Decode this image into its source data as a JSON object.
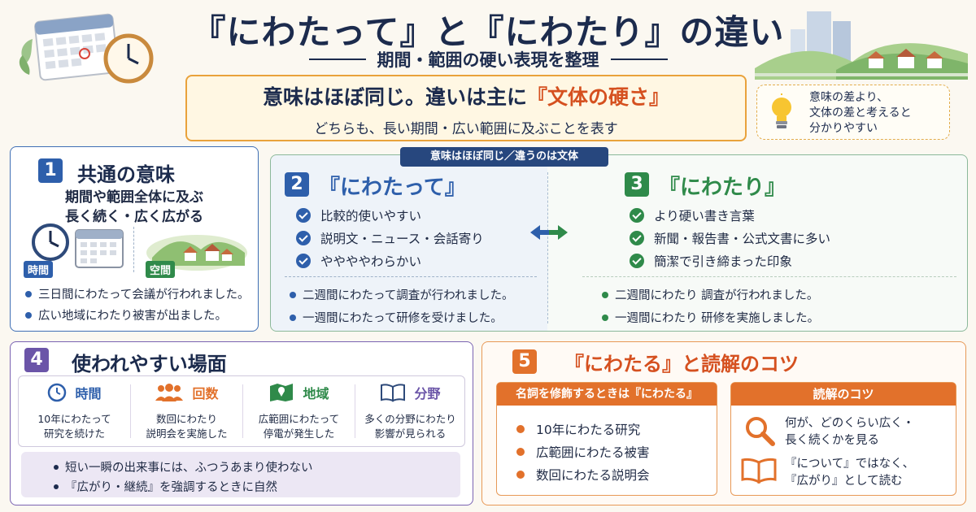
{
  "header": {
    "title": "『にわたって』と『にわたり』の違い",
    "subtitle": "期間・範囲の硬い表現を整理"
  },
  "summary": {
    "main_prefix": "意味はほぼ同じ。違いは主に",
    "main_highlight": "『文体の硬さ』",
    "sub": "どちらも、長い期間・広い範囲に及ぶことを表す"
  },
  "tip": {
    "text": "意味の差より、\n文体の差と考えると\n分かりやすい",
    "icon": "lightbulb-icon"
  },
  "section1": {
    "number": "1",
    "title": "共通の意味",
    "desc_line1": "期間や範囲全体に及ぶ",
    "desc_line2": "長く続く・広く広がる",
    "tag_time": "時間",
    "tag_space": "空間",
    "examples": [
      "三日間にわたって会議が行われました。",
      "広い地域にわたり被害が出ました。"
    ]
  },
  "banner": "意味はほぼ同じ／違うのは文体",
  "section2": {
    "number": "2",
    "title": "『にわたって』",
    "points": [
      "比較的使いやすい",
      "説明文・ニュース・会話寄り",
      "ややややわらかい"
    ],
    "examples": [
      "二週間にわたって調査が行われました。",
      "一週間にわたって研修を受けました。"
    ]
  },
  "section3": {
    "number": "3",
    "title": "『にわたり』",
    "points": [
      "より硬い書き言葉",
      "新聞・報告書・公式文書に多い",
      "簡潔で引き締まった印象"
    ],
    "examples": [
      "二週間にわたり 調査が行われました。",
      "一週間にわたり 研修を実施しました。"
    ]
  },
  "section4": {
    "number": "4",
    "title": "使われやすい場面",
    "cards": [
      {
        "label": "時間",
        "body": "10年にわたって\n研究を続けた",
        "icon": "clock-icon"
      },
      {
        "label": "回数",
        "body": "数回にわたり\n説明会を実施した",
        "icon": "people-icon"
      },
      {
        "label": "地域",
        "body": "広範囲にわたって\n停電が発生した",
        "icon": "map-icon"
      },
      {
        "label": "分野",
        "body": "多くの分野にわたり\n影響が見られる",
        "icon": "book-icon"
      }
    ],
    "notes": [
      "短い一瞬の出来事には、ふつうあまり使わない",
      "『広がり・継続』を強調するときに自然"
    ]
  },
  "section5": {
    "number": "5",
    "title": "『にわたる』と読解のコツ",
    "modifier_head": "名詞を修飾するときは『にわたる』",
    "modifier_items": [
      "10年にわたる研究",
      "広範囲にわたる被害",
      "数回にわたる説明会"
    ],
    "reading_head": "読解のコツ",
    "reading_tips": [
      {
        "text": "何が、どのくらい広く・\n長く続くかを見る",
        "icon": "magnifier-icon"
      },
      {
        "text": "『について』ではなく、\n『広がり』として読む",
        "icon": "open-book-icon"
      }
    ]
  },
  "colors": {
    "navy": "#1c2b4d",
    "blue": "#2e5fab",
    "green": "#2f8a4a",
    "purple": "#6b55a8",
    "orange": "#e2712b",
    "highlight": "#d5501f"
  }
}
